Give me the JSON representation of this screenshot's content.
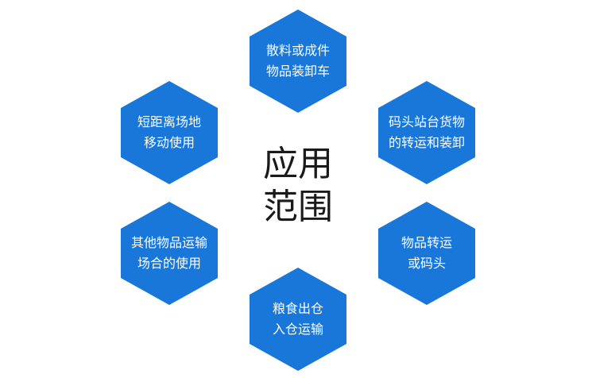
{
  "colors": {
    "hex_fill": "#1877d9",
    "hex_text": "#ffffff",
    "center_text": "#1a1a1a",
    "background": "#ffffff"
  },
  "center": {
    "line1": "应用",
    "line2": "范围"
  },
  "hexagons": [
    {
      "line1": "散料或成件",
      "line2": "物品装卸车"
    },
    {
      "line1": "码头站台货物",
      "line2": "的转运和装卸"
    },
    {
      "line1": "物品转运",
      "line2": "或码头"
    },
    {
      "line1": "粮食出仓",
      "line2": "入仓运输"
    },
    {
      "line1": "其他物品运输",
      "line2": "场合的使用"
    },
    {
      "line1": "短距离场地",
      "line2": "移动使用"
    }
  ]
}
